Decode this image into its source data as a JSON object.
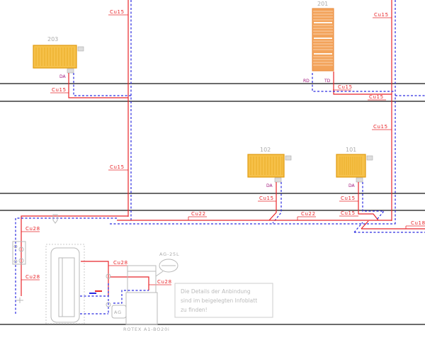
{
  "radiators": [
    {
      "id": "203",
      "connection": "DA"
    },
    {
      "id": "201",
      "connection_left": "RD",
      "connection_right": "TD"
    },
    {
      "id": "102",
      "connection": "DA"
    },
    {
      "id": "101",
      "connection": "DA"
    }
  ],
  "pipe_labels": [
    "Cu15",
    "Cu15",
    "Cu15",
    "Cu15",
    "Cu15",
    "Cu15",
    "Cu15",
    "Cu15",
    "Cu15",
    "Cu15",
    "Cu22",
    "Cu22",
    "Cu18",
    "Cu28",
    "Cu28",
    "Cu28",
    "Cu28"
  ],
  "expansion_vessel": "AG-25L",
  "small_vessel": "AG",
  "boiler_label": "ROTEX A1-BO20i",
  "info_box": {
    "line1": "Die Details der Anbindung",
    "line2": "sind im beigelegten Infoblatt",
    "line3": "zu finden!"
  },
  "colors": {
    "supply": "#e8262a",
    "return": "#2a2ae0",
    "radiator": "#f6c14a",
    "towel_radiator": "#f3a35a"
  }
}
